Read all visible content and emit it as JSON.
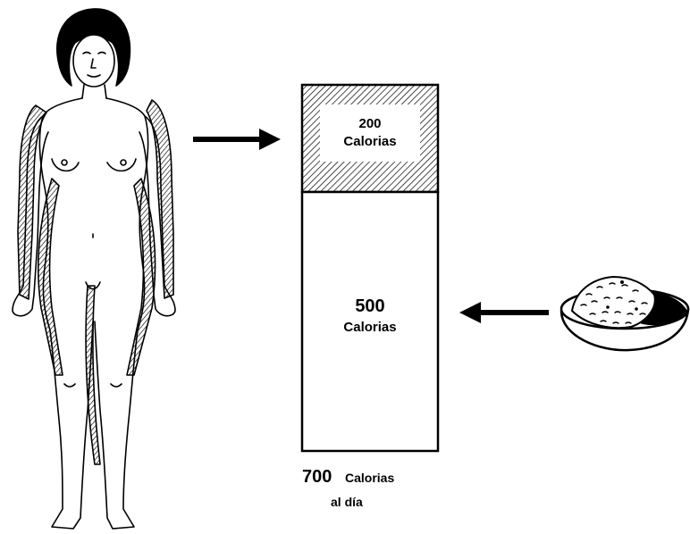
{
  "bar": {
    "top_segment": {
      "value": "200",
      "unit": "Calorias"
    },
    "bottom_segment": {
      "value": "500",
      "unit": "Calorias"
    }
  },
  "total": {
    "value": "700",
    "unit": "Calorias",
    "per": "al día"
  },
  "icons": [
    "woman-figure-icon",
    "right-arrow-icon",
    "left-arrow-icon",
    "food-bowl-icon"
  ],
  "colors": {
    "ink": "#000000",
    "paper": "#ffffff"
  }
}
